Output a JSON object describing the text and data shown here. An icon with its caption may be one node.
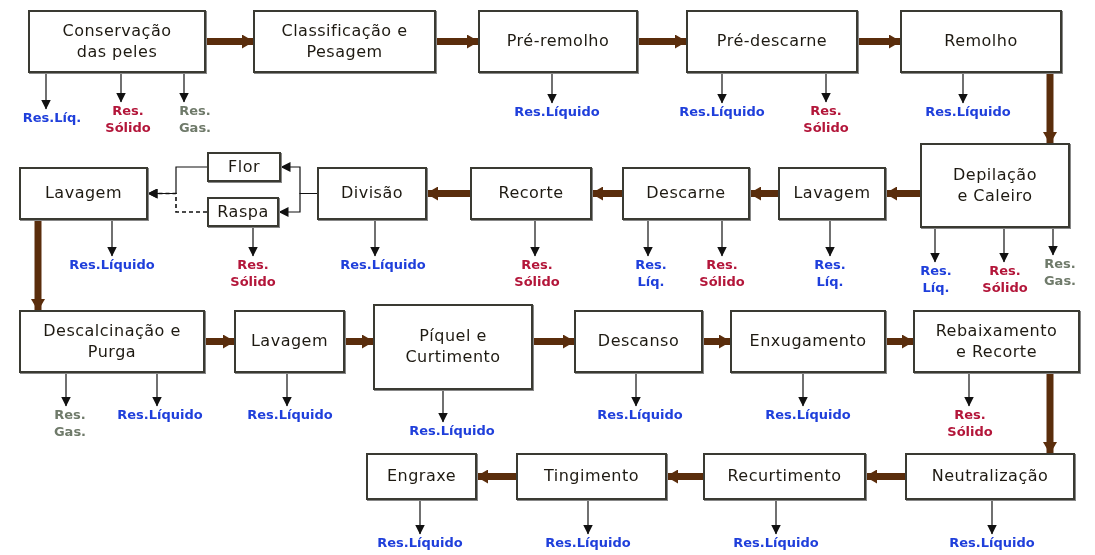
{
  "diagram": {
    "nodes": [
      {
        "text": [
          "Conservação das peles"
        ]
      },
      {
        "text": [
          "Classificação e Pesagem"
        ]
      },
      {
        "text": [
          "Pré-remolho"
        ]
      },
      {
        "text": [
          "Pré-descarne"
        ]
      },
      {
        "text": [
          "Remolho"
        ]
      },
      {
        "text": [
          "Depilação e Caleiro"
        ]
      },
      {
        "text": [
          "Lavagem"
        ]
      },
      {
        "text": [
          "Descarne"
        ]
      },
      {
        "text": [
          "Recorte"
        ]
      },
      {
        "text": [
          "Divisão"
        ]
      },
      {
        "text": [
          "Flor"
        ]
      },
      {
        "text": [
          "Raspa"
        ]
      },
      {
        "text": [
          "Lavagem"
        ]
      },
      {
        "text": [
          "Descalcinação e Purga"
        ]
      },
      {
        "text": [
          "Lavagem"
        ]
      },
      {
        "text": [
          "Píquel e Curtimento"
        ]
      },
      {
        "text": [
          "Descanso"
        ]
      },
      {
        "text": [
          "Enxugamento"
        ]
      },
      {
        "text": [
          "Rebaixamento e Recorte"
        ]
      },
      {
        "text": [
          "Neutralização"
        ]
      },
      {
        "text": [
          "Recurtimento"
        ]
      },
      {
        "text": [
          "Tingimento"
        ]
      },
      {
        "text": [
          "Engraxe"
        ]
      },
      {
        "text": [
          "Res.Líq."
        ]
      },
      {
        "text": [
          "Res. Sólido"
        ]
      },
      {
        "text": [
          "Res. Gas."
        ]
      },
      {
        "text": [
          "Res.Líquido"
        ]
      },
      {
        "text": [
          "Res.Líquido"
        ]
      },
      {
        "text": [
          "Res. Sólido"
        ]
      },
      {
        "text": [
          "Res.Líquido"
        ]
      },
      {
        "text": [
          "Res.Líquido"
        ]
      },
      {
        "text": [
          "Res. Sólido"
        ]
      },
      {
        "text": [
          "Res.Líquido"
        ]
      },
      {
        "text": [
          "Res. Sólido"
        ]
      },
      {
        "text": [
          "Res. Líq."
        ]
      },
      {
        "text": [
          "Res. Sólido"
        ]
      },
      {
        "text": [
          "Res. Líq."
        ]
      },
      {
        "text": [
          "Res. Líq."
        ]
      },
      {
        "text": [
          "Res. Sólido"
        ]
      },
      {
        "text": [
          "Res. Gas."
        ]
      },
      {
        "text": [
          "Res. Gas."
        ]
      },
      {
        "text": [
          "Res.Líquido"
        ]
      },
      {
        "text": [
          "Res.Líquido"
        ]
      },
      {
        "text": [
          "Res.Líquido"
        ]
      },
      {
        "text": [
          "Res.Líquido"
        ]
      },
      {
        "text": [
          "Res.Líquido"
        ]
      },
      {
        "text": [
          "Res. Sólido"
        ]
      },
      {
        "text": [
          "Res.Líquido"
        ]
      },
      {
        "text": [
          "Res.Líquido"
        ]
      },
      {
        "text": [
          "Res.Líquido"
        ]
      },
      {
        "text": [
          "Res.Líquido"
        ]
      }
    ],
    "edges": [
      {
        "from": 0,
        "to": 1,
        "arrow": "to",
        "style": "thick",
        "color": "#5a2d0c"
      },
      {
        "from": 1,
        "to": 2,
        "arrow": "to",
        "style": "thick",
        "color": "#5a2d0c"
      },
      {
        "from": 2,
        "to": 3,
        "arrow": "to",
        "style": "thick",
        "color": "#5a2d0c"
      },
      {
        "from": 3,
        "to": 4,
        "arrow": "to",
        "style": "thick",
        "color": "#5a2d0c"
      },
      {
        "from": 4,
        "to": 5,
        "arrow": "to",
        "style": "thick",
        "color": "#5a2d0c"
      },
      {
        "from": 5,
        "to": 6,
        "arrow": "to",
        "style": "thick",
        "color": "#5a2d0c"
      },
      {
        "from": 6,
        "to": 7,
        "arrow": "to",
        "style": "thick",
        "color": "#5a2d0c"
      },
      {
        "from": 7,
        "to": 8,
        "arrow": "to",
        "style": "thick",
        "color": "#5a2d0c"
      },
      {
        "from": 8,
        "to": 9,
        "arrow": "to",
        "style": "thick",
        "color": "#5a2d0c"
      },
      {
        "from": 9,
        "to": 10,
        "arrow": "to"
      },
      {
        "from": 9,
        "to": 11,
        "arrow": "to"
      },
      {
        "from": 10,
        "to": 12,
        "arrow": "to"
      },
      {
        "from": 11,
        "to": 12,
        "arrow": "to",
        "style": "dashed"
      },
      {
        "from": 12,
        "to": 13,
        "arrow": "to",
        "style": "thick",
        "color": "#5a2d0c"
      },
      {
        "from": 13,
        "to": 14,
        "arrow": "to",
        "style": "thick",
        "color": "#5a2d0c"
      },
      {
        "from": 14,
        "to": 15,
        "arrow": "to",
        "style": "thick",
        "color": "#5a2d0c"
      },
      {
        "from": 15,
        "to": 16,
        "arrow": "to",
        "style": "thick",
        "color": "#5a2d0c"
      },
      {
        "from": 16,
        "to": 17,
        "arrow": "to",
        "style": "thick",
        "color": "#5a2d0c"
      },
      {
        "from": 17,
        "to": 18,
        "arrow": "to",
        "style": "thick",
        "color": "#5a2d0c"
      },
      {
        "from": 18,
        "to": 19,
        "arrow": "to",
        "style": "thick",
        "color": "#5a2d0c"
      },
      {
        "from": 19,
        "to": 20,
        "arrow": "to",
        "style": "thick",
        "color": "#5a2d0c"
      },
      {
        "from": 20,
        "to": 21,
        "arrow": "to",
        "style": "thick",
        "color": "#5a2d0c"
      },
      {
        "from": 21,
        "to": 22,
        "arrow": "to",
        "style": "thick",
        "color": "#5a2d0c"
      },
      {
        "from": 0,
        "to": 23,
        "arrow": "to"
      },
      {
        "from": 0,
        "to": 24,
        "arrow": "to"
      },
      {
        "from": 0,
        "to": 25,
        "arrow": "to"
      },
      {
        "from": 2,
        "to": 26,
        "arrow": "to"
      },
      {
        "from": 3,
        "to": 27,
        "arrow": "to"
      },
      {
        "from": 3,
        "to": 28,
        "arrow": "to"
      },
      {
        "from": 4,
        "to": 29,
        "arrow": "to"
      },
      {
        "from": 12,
        "to": 30,
        "arrow": "to"
      },
      {
        "from": 11,
        "to": 31,
        "arrow": "to"
      },
      {
        "from": 9,
        "to": 32,
        "arrow": "to"
      },
      {
        "from": 8,
        "to": 33,
        "arrow": "to"
      },
      {
        "from": 7,
        "to": 34,
        "arrow": "to"
      },
      {
        "from": 7,
        "to": 35,
        "arrow": "to"
      },
      {
        "from": 6,
        "to": 36,
        "arrow": "to"
      },
      {
        "from": 5,
        "to": 37,
        "arrow": "to"
      },
      {
        "from": 5,
        "to": 38,
        "arrow": "to"
      },
      {
        "from": 5,
        "to": 39,
        "arrow": "to"
      },
      {
        "from": 13,
        "to": 40,
        "arrow": "to"
      },
      {
        "from": 13,
        "to": 41,
        "arrow": "to"
      },
      {
        "from": 14,
        "to": 42,
        "arrow": "to"
      },
      {
        "from": 15,
        "to": 43,
        "arrow": "to"
      },
      {
        "from": 16,
        "to": 44,
        "arrow": "to"
      },
      {
        "from": 17,
        "to": 45,
        "arrow": "to"
      },
      {
        "from": 18,
        "to": 46,
        "arrow": "to"
      },
      {
        "from": 22,
        "to": 47,
        "arrow": "to"
      },
      {
        "from": 21,
        "to": 48,
        "arrow": "to"
      },
      {
        "from": 20,
        "to": 49,
        "arrow": "to"
      },
      {
        "from": 19,
        "to": 50,
        "arrow": "to"
      }
    ]
  }
}
